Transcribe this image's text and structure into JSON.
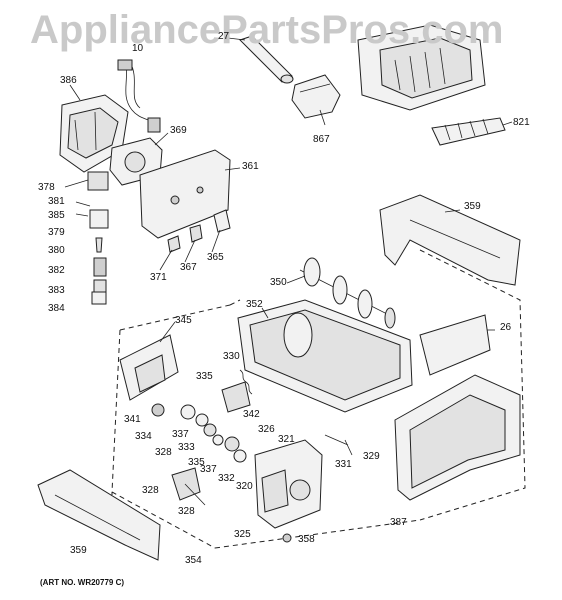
{
  "watermark": "AppliancePartsPros.com",
  "art_number": "(ART NO. WR20779 C)",
  "callouts": {
    "c386": "386",
    "c10": "10",
    "c27": "27",
    "c867": "867",
    "c821": "821",
    "c369": "369",
    "c361": "361",
    "c378": "378",
    "c381": "381",
    "c385": "385",
    "c379": "379",
    "c380": "380",
    "c382": "382",
    "c383": "383",
    "c384": "384",
    "c371": "371",
    "c367": "367",
    "c365": "365",
    "c359a": "359",
    "c350": "350",
    "c352": "352",
    "c345": "345",
    "c26": "26",
    "c330": "330",
    "c335a": "335",
    "c342": "342",
    "c341": "341",
    "c334": "334",
    "c337a": "337",
    "c333": "333",
    "c328a": "328",
    "c335b": "335",
    "c326": "326",
    "c321": "321",
    "c331": "331",
    "c329": "329",
    "c337b": "337",
    "c332": "332",
    "c320": "320",
    "c328b": "328",
    "c328c": "328",
    "c325": "325",
    "c358": "358",
    "c387": "387",
    "c359b": "359",
    "c354": "354"
  }
}
